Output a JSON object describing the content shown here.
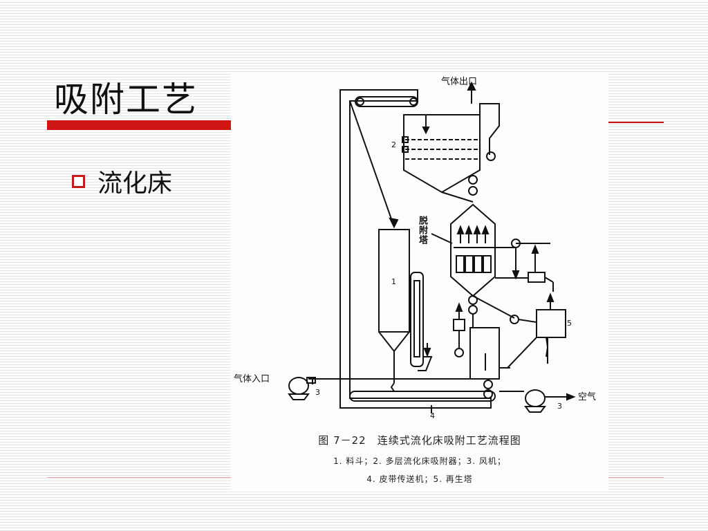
{
  "slide": {
    "title": "吸附工艺",
    "bullet": "流化床"
  },
  "figure": {
    "caption_title": "图 7－22　连续式流化床吸附工艺流程图",
    "caption_line1": "1. 料斗；2. 多层流化床吸附器；3. 风机；",
    "caption_line2": "4. 皮带传送机；5. 再生塔",
    "labels": {
      "gas_outlet": "气体出口",
      "gas_inlet": "气体入口",
      "air": "空气",
      "desorption_tower": "脱附塔",
      "n1": "1",
      "n2": "2",
      "n3a": "3",
      "n3b": "3",
      "n4": "4",
      "n5": "5"
    }
  }
}
